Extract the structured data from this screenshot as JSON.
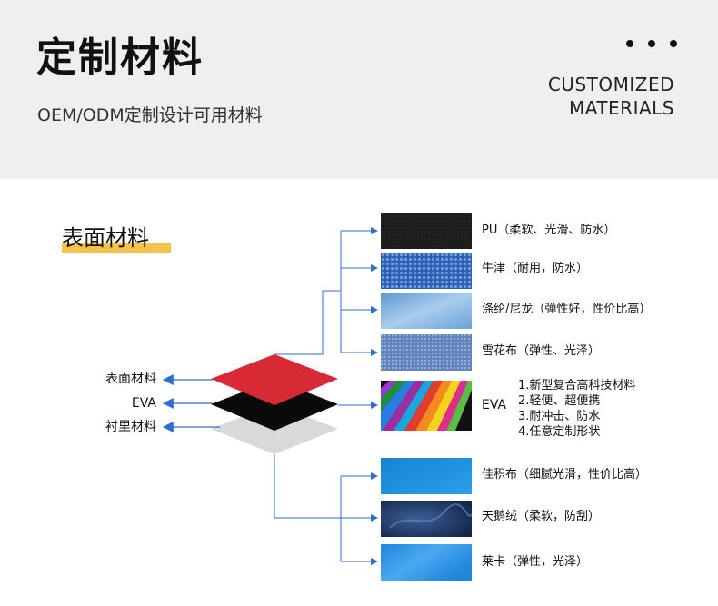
{
  "header": {
    "title": "定制材料",
    "subtitle": "OEM/ODM定制设计可用材料",
    "english_line1": "CUSTOMIZED",
    "english_line2": "MATERIALS",
    "dots_icon": "more-dots-icon"
  },
  "section": {
    "title": "表面材料"
  },
  "layers": {
    "surface": "表面材料",
    "eva": "EVA",
    "lining": "衬里材料",
    "colors": {
      "surface": "#d82a34",
      "eva": "#0a0a0a",
      "lining": "#d9d9d9"
    }
  },
  "surface_materials": [
    {
      "label": "PU（柔软、光滑、防水）",
      "color": "#1c1c1c"
    },
    {
      "label": "牛津（耐用，防水）",
      "color": "#3f74c9"
    },
    {
      "label": "涤纶/尼龙（弹性好，性价比高）",
      "color": "#86b5de"
    },
    {
      "label": "雪花布（弹性、光泽）",
      "color": "#6d8fc0"
    }
  ],
  "eva": {
    "label": "EVA",
    "features": [
      "1.新型复合高科技材料",
      "2.轻便、超便携",
      "3.耐冲击、防水",
      "4.任意定制形状"
    ]
  },
  "lining_materials": [
    {
      "label": "佳积布（细腻光滑，性价比高）",
      "color": "#1a8fdc"
    },
    {
      "label": "天鹅绒（柔软，防刮）",
      "color": "#213a68"
    },
    {
      "label": "莱卡（弹性，光泽）",
      "color": "#2b93e4"
    }
  ],
  "accent_line_color": "#2f6fd1",
  "highlight_color": "#f5c24a"
}
